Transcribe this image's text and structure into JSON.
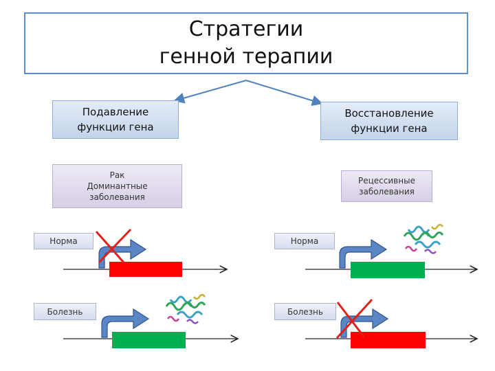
{
  "title": {
    "line1": "Стратегии",
    "line2": "генной терапии"
  },
  "strategies": {
    "left": {
      "line1": "Подавление",
      "line2": "функции гена"
    },
    "right": {
      "line1": "Восстановление",
      "line2": "функции гена"
    }
  },
  "diseases": {
    "left": {
      "line1": "Рак",
      "line2": "Доминантные",
      "line3": "заболевания"
    },
    "right": {
      "line1": "Рецессивные",
      "line2": "заболевания"
    }
  },
  "rows": {
    "norm_label": "Норма",
    "disease_label": "Болезнь"
  },
  "colors": {
    "border_blue": "#5b8fc7",
    "arrow_blue": "#4f81bd",
    "promoter_blue": "#5a86c5",
    "gene_red": "#ff0000",
    "gene_green": "#00b050",
    "cross_red": "#e0201a"
  },
  "icons": {
    "protein": "protein-structure-icon",
    "cross": "cross-mark-icon"
  }
}
